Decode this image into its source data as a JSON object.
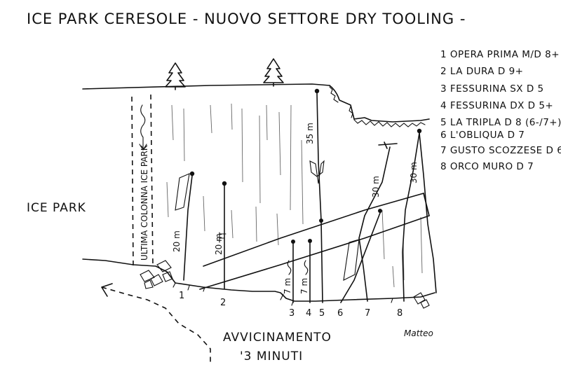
{
  "title": "ICE PARK CERESOLE - NUOVO SETTORE DRY TOOLING -",
  "legend": [
    {
      "num": "1",
      "name": "OPERA PRIMA",
      "grade": "M/D 8+"
    },
    {
      "num": "2",
      "name": "LA DURA",
      "grade": "D 9+"
    },
    {
      "num": "3",
      "name": "FESSURINA SX",
      "grade": "D 5"
    },
    {
      "num": "4",
      "name": "FESSURINA DX",
      "grade": "D 5+"
    },
    {
      "num": "5",
      "name": "LA TRIPLA",
      "grade": "D 8 (6-/7+)"
    },
    {
      "num": "6",
      "name": "L'OBLIQUA",
      "grade": "D 7"
    },
    {
      "num": "7",
      "name": "GUSTO SCOZZESE",
      "grade": "D 6"
    },
    {
      "num": "8",
      "name": "ORCO MURO",
      "grade": "D 7"
    }
  ],
  "labels": {
    "ice_park": "ICE PARK",
    "column": "ULTIMA COLONNA ICE PARK",
    "approach_line1": "AVVICINAMENTO",
    "approach_line2": "'3 MINUTI",
    "signature": "Matteo"
  },
  "lengths": {
    "r1": "20 m",
    "r2": "20 m",
    "r3": "7 m",
    "r4": "7 m",
    "r5": "35 m",
    "r7": "30 m",
    "r8": "30 m"
  },
  "route_numbers": [
    "1",
    "2",
    "3",
    "4",
    "5",
    "6",
    "7",
    "8"
  ]
}
